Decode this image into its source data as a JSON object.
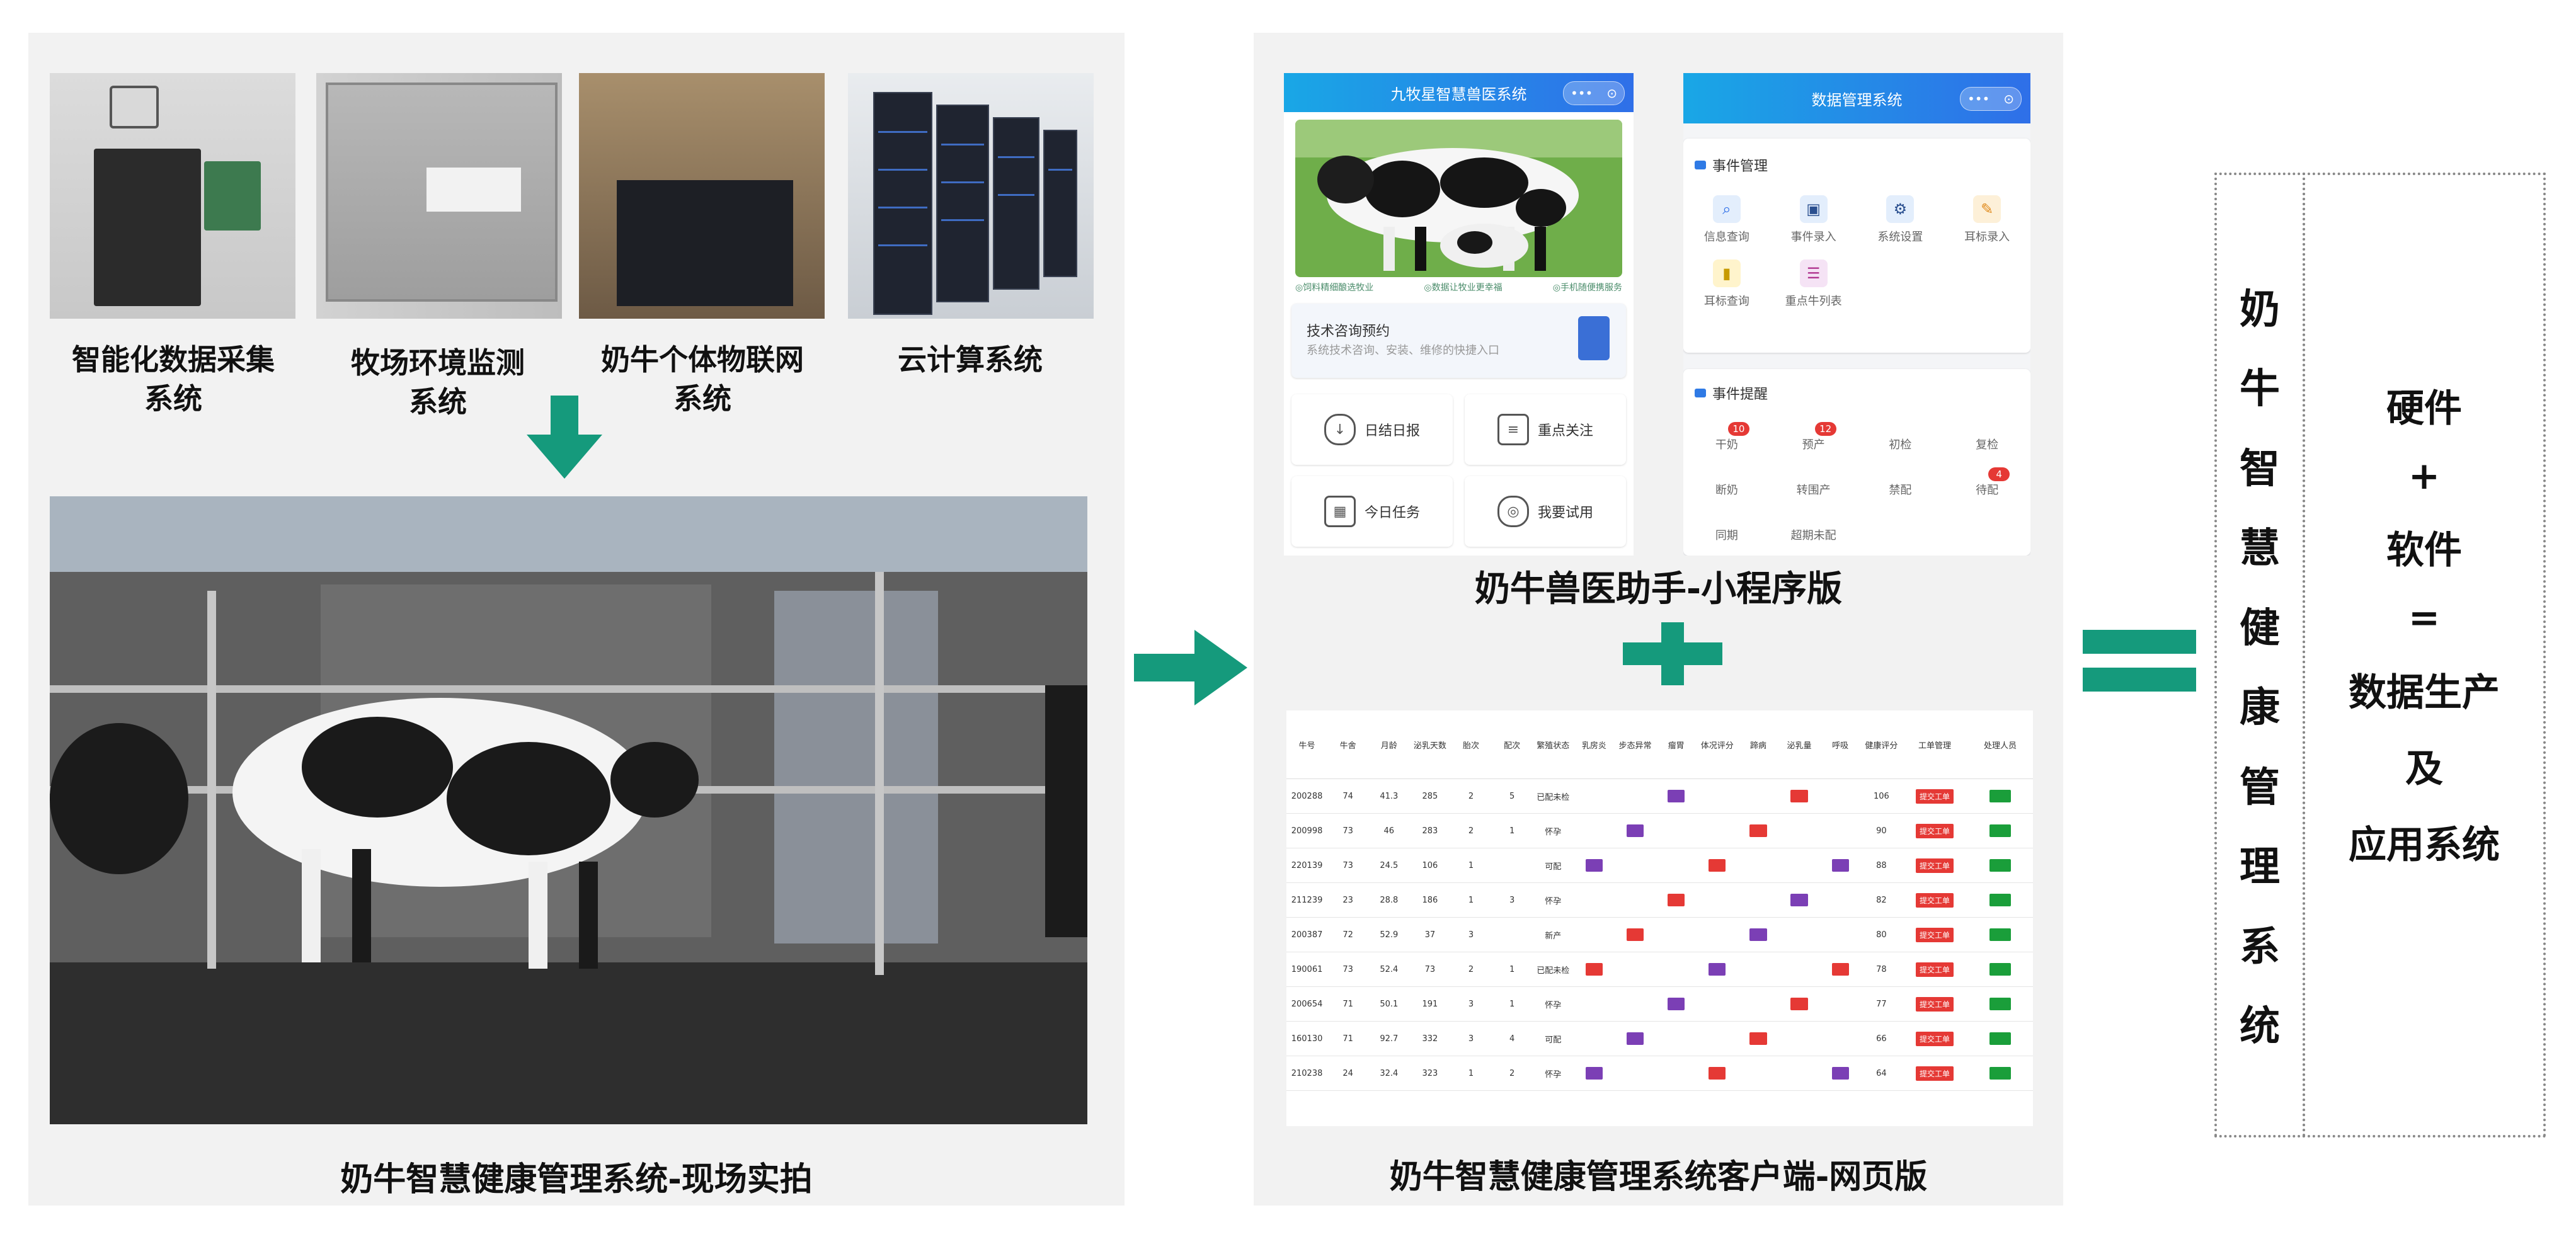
{
  "left_panel": {
    "captions": [
      "智能化数据采集\n系统",
      "牧场环境监测\n系统",
      "奶牛个体物联网\n系统",
      "云计算系统"
    ],
    "caption_lines": [
      [
        "智能化数据采集",
        "系统"
      ],
      [
        "牧场环境监测",
        "系统"
      ],
      [
        "奶牛个体物联网",
        "系统"
      ],
      [
        "云计算系统"
      ]
    ],
    "bottom_caption": "奶牛智慧健康管理系统-现场实拍"
  },
  "mini_program": {
    "header_title": "九牧星智慧兽医系统",
    "capsule_dots": "•••",
    "capsule_close": "⊙",
    "tags": [
      "◎饲料精细酿选牧业",
      "◎数据让牧业更幸福",
      "◎手机随便携服务"
    ],
    "consult_title": "技术咨询预约",
    "consult_sub": "系统技术咨询、安装、维修的快捷入口",
    "buttons": [
      "日结日报",
      "重点关注",
      "今日任务",
      "我要试用"
    ],
    "caption": "奶牛兽医助手-小程序版"
  },
  "data_mgmt": {
    "header_title": "数据管理系统",
    "event_mgmt_title": "事件管理",
    "event_items": [
      "信息查询",
      "事件录入",
      "系统设置",
      "耳标录入",
      "耳标查询",
      "重点牛列表"
    ],
    "event_remind_title": "事件提醒",
    "remind_items": [
      {
        "label": "干奶",
        "badge": "10"
      },
      {
        "label": "预产",
        "badge": "12"
      },
      {
        "label": "初检",
        "badge": ""
      },
      {
        "label": "复检",
        "badge": ""
      },
      {
        "label": "断奶",
        "badge": ""
      },
      {
        "label": "转围产",
        "badge": ""
      },
      {
        "label": "禁配",
        "badge": ""
      },
      {
        "label": "待配",
        "badge": "4"
      },
      {
        "label": "同期",
        "badge": ""
      },
      {
        "label": "超期未配",
        "badge": ""
      }
    ]
  },
  "web_client": {
    "headers": [
      "牛号",
      "牛舍",
      "月龄",
      "泌乳天数",
      "胎次",
      "配次",
      "繁殖状态",
      "乳房炎",
      "步态异常",
      "瘤胃",
      "体况评分",
      "蹄病",
      "泌乳量",
      "呼吸",
      "健康评分",
      "工单管理",
      "处理人员"
    ],
    "rows": [
      {
        "id": "200288",
        "pen": "74",
        "age": "41.3",
        "days": "285",
        "parity": "2",
        "breed": "5",
        "status": "已配未检",
        "score": "106"
      },
      {
        "id": "200998",
        "pen": "73",
        "age": "46",
        "days": "283",
        "parity": "2",
        "breed": "1",
        "status": "怀孕",
        "score": "90"
      },
      {
        "id": "220139",
        "pen": "73",
        "age": "24.5",
        "days": "106",
        "parity": "1",
        "breed": "",
        "status": "可配",
        "score": "88"
      },
      {
        "id": "211239",
        "pen": "23",
        "age": "28.8",
        "days": "186",
        "parity": "1",
        "breed": "3",
        "status": "怀孕",
        "score": "82"
      },
      {
        "id": "200387",
        "pen": "72",
        "age": "52.9",
        "days": "37",
        "parity": "3",
        "breed": "",
        "status": "新产",
        "score": "80"
      },
      {
        "id": "190061",
        "pen": "73",
        "age": "52.4",
        "days": "73",
        "parity": "2",
        "breed": "1",
        "status": "已配未检",
        "score": "78"
      },
      {
        "id": "200654",
        "pen": "71",
        "age": "50.1",
        "days": "191",
        "parity": "3",
        "breed": "1",
        "status": "怀孕",
        "score": "77"
      },
      {
        "id": "160130",
        "pen": "71",
        "age": "92.7",
        "days": "332",
        "parity": "3",
        "breed": "4",
        "status": "可配",
        "score": "66"
      },
      {
        "id": "210238",
        "pen": "24",
        "age": "32.4",
        "days": "323",
        "parity": "1",
        "breed": "2",
        "status": "怀孕",
        "score": "64"
      }
    ],
    "work_order_label": "提交工单",
    "caption": "奶牛智慧健康管理系统客户端-网页版"
  },
  "right": {
    "title": "奶牛智慧健康管理系统",
    "title_chars": [
      "奶",
      "牛",
      "智",
      "慧",
      "健",
      "康",
      "管",
      "理",
      "系",
      "统"
    ],
    "formula": [
      "硬件",
      "+",
      "软件",
      "=",
      "数据生产",
      "及",
      "应用系统"
    ]
  },
  "colors": {
    "accent": "#159a7c",
    "panel_bg": "#f2f2f2"
  }
}
